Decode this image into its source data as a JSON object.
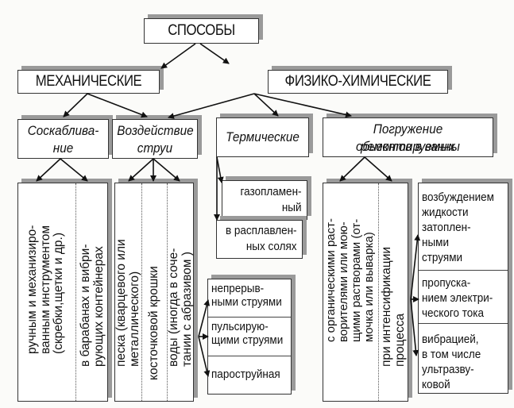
{
  "root": {
    "label": "СПОСОБЫ"
  },
  "level1": [
    {
      "id": "mechanical",
      "label": "МЕХАНИЧЕСКИЕ"
    },
    {
      "id": "physchem",
      "label": "ФИЗИКО-ХИМИЧЕСКИЕ"
    }
  ],
  "level2": {
    "scraping": {
      "lines": [
        "Соскаблива-",
        "ние"
      ]
    },
    "jet": {
      "lines": [
        "Воздействие",
        "струи"
      ]
    },
    "thermal": {
      "lines": [
        "Термические"
      ]
    },
    "immersion": {
      "lines": [
        "Погружение ремонтируемых",
        "обьектов в ванны"
      ]
    }
  },
  "scraping_items": [
    {
      "lines": [
        "ручным и механизиро-",
        "ванным инструментом",
        "(скребки,щетки и др.)"
      ]
    },
    {
      "lines": [
        "в барабанах и вибри-",
        "рующих контейнерах"
      ]
    }
  ],
  "jet_items": [
    {
      "lines": [
        "песка (кварцевого или",
        "металлического)"
      ]
    },
    {
      "lines": [
        "косточковой крошки"
      ]
    },
    {
      "lines": [
        "воды (иногда в соче-",
        "тании с абразивом )"
      ]
    }
  ],
  "jet_modes": [
    {
      "lines": [
        "непрерыв-",
        "ными струями"
      ]
    },
    {
      "lines": [
        "пульсирую-",
        "щими струями"
      ]
    },
    {
      "lines": [
        "пароструйная"
      ]
    }
  ],
  "thermal_items": [
    {
      "lines": [
        "газопламен-",
        "ный"
      ]
    },
    {
      "lines": [
        "в расплавлен-",
        "ных солях"
      ]
    }
  ],
  "immersion_items": [
    {
      "lines": [
        "с органическими раст-",
        "ворителями или мою-",
        "щими растворами (от-",
        "мочка или выварка)"
      ]
    },
    {
      "lines": [
        "при интенсификации",
        "процесса"
      ]
    }
  ],
  "intensification_items": [
    {
      "lines": [
        "возбуждением",
        "жидкости",
        "затоплен-",
        "ными",
        "струями"
      ]
    },
    {
      "lines": [
        "пропуска-",
        "нием электри-",
        "ческого тока"
      ]
    },
    {
      "lines": [
        "вибрацией,",
        "в том числе",
        "ультразву-",
        "ковой"
      ]
    }
  ]
}
